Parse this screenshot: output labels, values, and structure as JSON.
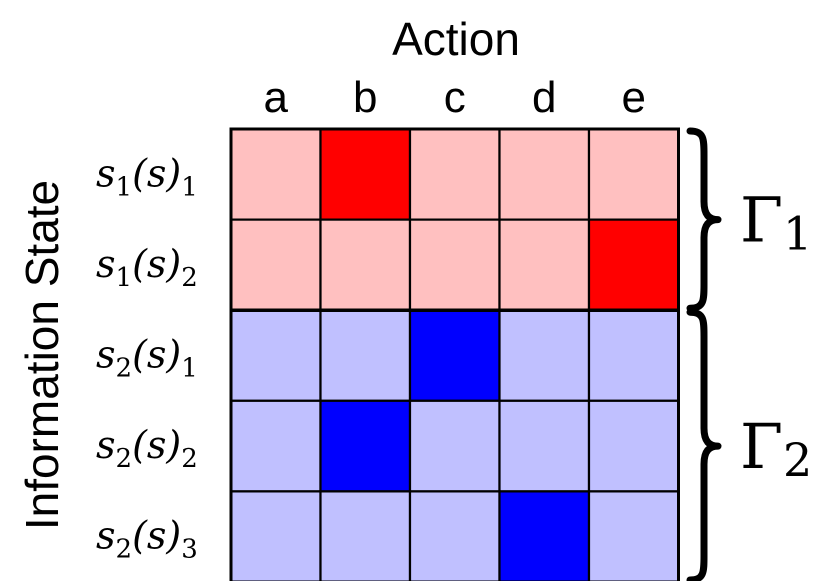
{
  "x_axis_title": "Action",
  "y_axis_title": "Information State",
  "actions": [
    "a",
    "b",
    "c",
    "d",
    "e"
  ],
  "rows": [
    {
      "base": "s",
      "sub": "1",
      "paren": "(s)",
      "paren_sub": "1",
      "group": 0,
      "highlight": "b"
    },
    {
      "base": "s",
      "sub": "1",
      "paren": "(s)",
      "paren_sub": "2",
      "group": 0,
      "highlight": "e"
    },
    {
      "base": "s",
      "sub": "2",
      "paren": "(s)",
      "paren_sub": "1",
      "group": 1,
      "highlight": "c"
    },
    {
      "base": "s",
      "sub": "2",
      "paren": "(s)",
      "paren_sub": "2",
      "group": 1,
      "highlight": "b"
    },
    {
      "base": "s",
      "sub": "2",
      "paren": "(s)",
      "paren_sub": "3",
      "group": 1,
      "highlight": "d"
    }
  ],
  "groups": [
    {
      "symbol": "Γ",
      "sub": "1",
      "light_color": "#ffc0c0",
      "dark_color": "#ff0000"
    },
    {
      "symbol": "Γ",
      "sub": "2",
      "light_color": "#c0c0ff",
      "dark_color": "#0000ff"
    }
  ]
}
